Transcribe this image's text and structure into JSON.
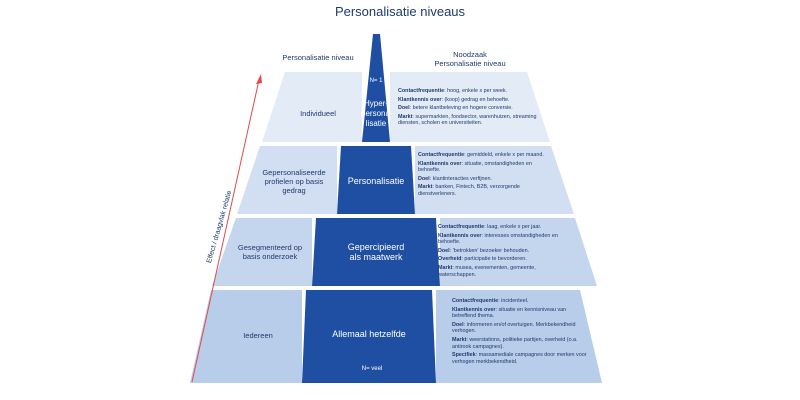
{
  "title": "Personalisatie niveaus",
  "headers": {
    "left": "Personalisatie niveau",
    "right_line1": "Noodzaak",
    "right_line2": "Personalisatie niveau"
  },
  "axis_label": "Effect / draagvlak relatie",
  "colors": {
    "dark_blue": "#1f4fa3",
    "level1_light": "#e3ebf7",
    "level2_light": "#d2dff2",
    "level3_light": "#c4d5ee",
    "level4_light": "#b8cdea",
    "arrow": "#e04a4a",
    "text": "#1f3a6e"
  },
  "levels": [
    {
      "left": "Individueel",
      "center": "Hyper-personalisatie",
      "n_label": "N= 1",
      "info": [
        {
          "key": "Contactfrequentie",
          "value": ": hoog, enkele x per week."
        },
        {
          "key": "Klantkennis over",
          "value": ": (koop) gedrag en behoefte."
        },
        {
          "key": "Doel",
          "value": ": betere klantbeleving en hogere conversie."
        },
        {
          "key": "Markt",
          "value": ": supermarkten, foodsector, warenhuizen, streaming diensten, scholen en universiteiten."
        }
      ]
    },
    {
      "left": "Gepersonaliseerde profielen op basis gedrag",
      "center": "Personalisatie",
      "info": [
        {
          "key": "Contactfrequentie",
          "value": ": gemiddeld, enkele x per maand."
        },
        {
          "key": "Klantkennis over",
          "value": ": situatie, omstandigheden en behoefte."
        },
        {
          "key": "Doel",
          "value": ": klantinteracties verfijnen."
        },
        {
          "key": "Markt",
          "value": ": banken, Fintech, B2B, verzorgende dienstverleners."
        }
      ]
    },
    {
      "left": "Gesegmenteerd op basis onderzoek",
      "center": "Gepercipieerd als maatwerk",
      "info": [
        {
          "key": "Contactfrequentie",
          "value": ": laag, enkele x per jaar."
        },
        {
          "key": "Klantkennis over",
          "value": ": interesses omstandigheden en behoefte."
        },
        {
          "key": "Doel",
          "value": ": 'betrokken' bezoeker behouden."
        },
        {
          "key": "Overheid",
          "value": ": participatie te bevorderen."
        },
        {
          "key": "Markt",
          "value": ": musea, evenementen, gemeente, waterschappen."
        }
      ]
    },
    {
      "left": "Iedereen",
      "center": "Allemaal hetzelfde",
      "n_label": "N= veel",
      "info": [
        {
          "key": "Contactfrequentie",
          "value": ": incidenteel."
        },
        {
          "key": "Klantkennis over",
          "value": ": situatie en kennisniveau van betreffend thema."
        },
        {
          "key": "Doel",
          "value": ": informeren en/of overtuigen. Merkbekendheid verhogen."
        },
        {
          "key": "Markt",
          "value": ": weerstations, politieke partijen, overheid (o.a. antirook campagnes)."
        },
        {
          "key": "Specifiek",
          "value": ": massamediale campagnes door merken voor verhogen merkbekendheid."
        }
      ]
    }
  ]
}
